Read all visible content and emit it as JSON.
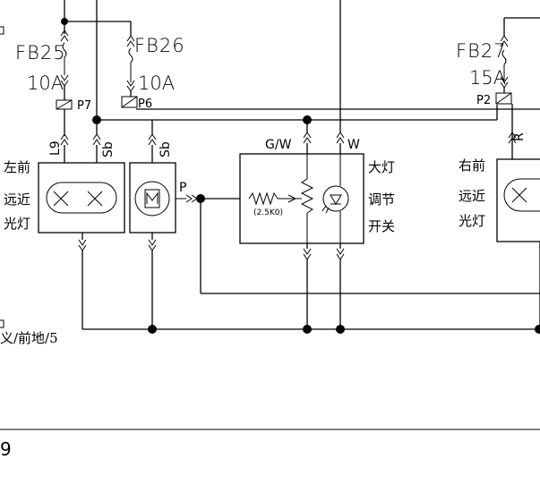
{
  "fuses": [
    {
      "name": "FB25",
      "rating": "10A",
      "pin": "P7"
    },
    {
      "name": "FB26",
      "rating": "10A",
      "pin": "P6"
    },
    {
      "name": "FB27",
      "rating": "15A",
      "pin": "P2"
    }
  ],
  "wires": {
    "left_lamp": "L9",
    "left_lamp_b": "Sb",
    "motor": "Sb",
    "motor_out": "P",
    "switch_gw": "G/W",
    "switch_w": "W",
    "right_lamp": "R"
  },
  "left_lamp_label": [
    "左前",
    "远近",
    "光灯"
  ],
  "right_lamp_label": [
    "右前",
    "远近",
    "光灯"
  ],
  "switch_label": [
    "大灯",
    "调节",
    "开关"
  ],
  "resistor_value": "(2.5K0)",
  "ground_label": "义/前地/5",
  "page_number": "9"
}
